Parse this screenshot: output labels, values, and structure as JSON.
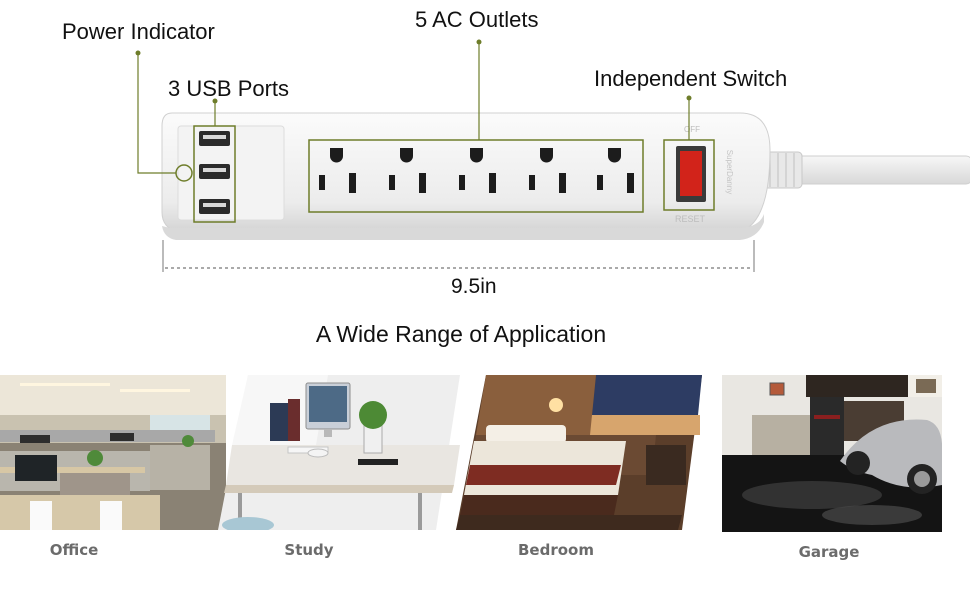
{
  "callouts": {
    "power_indicator": "Power Indicator",
    "usb_ports": "3 USB Ports",
    "ac_outlets": "5 AC Outlets",
    "independent_switch": "Independent Switch",
    "length": "9.5in"
  },
  "product": {
    "brand_print": "SuperDanny",
    "switch_top_print": "OFF",
    "switch_bottom_print": "RESET",
    "usb_port_count": 3,
    "ac_outlet_count": 5,
    "switch_color": "#d2231a",
    "callout_line_color": "#6e7d2a"
  },
  "section_heading": "A Wide Range of Application",
  "applications": [
    {
      "label": "Office"
    },
    {
      "label": "Study"
    },
    {
      "label": "Bedroom"
    },
    {
      "label": "Garage"
    }
  ]
}
